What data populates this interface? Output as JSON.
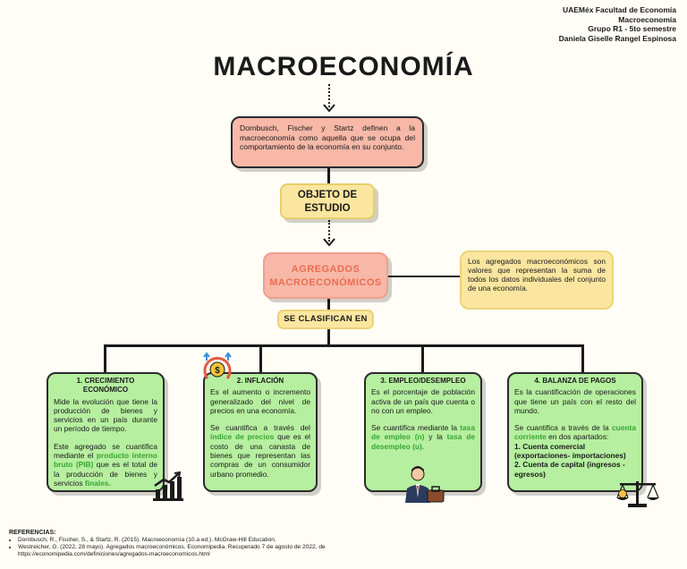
{
  "header": {
    "line1": "UAEMéx Facultad de Economía",
    "line2": "Macroeconomía",
    "line3": "Grupo R1 - 5to semestre",
    "line4": "Daniela Giselle Rangel Espinosa"
  },
  "title": "MACROECONOMÍA",
  "definition": "Dornbusch, Fischer y Startz definen a la macroeconomía como aquella que se ocupa del comportamiento de la economía en su conjunto.",
  "objeto": "OBJETO DE ESTUDIO",
  "agregados": "AGREGADOS MACROECONÓMICOS",
  "agregados_explain": "Los agregados macroeconómicos son valores que representan la suma de todos los datos individuales del conjunto de una economía.",
  "clasifican": "SE CLASIFICAN EN",
  "cards": {
    "c1": {
      "title": "1. CRECIMIENTO ECONÓMICO",
      "p1": "Mide la evolución que tiene la producción de bienes y servicios en un país durante un período de tiempo.",
      "p2a": "Este agregado se cuantifica mediante el ",
      "p2hl": "producto interno bruto (PIB)",
      "p2b": " que es el total de la producción de bienes y servicios ",
      "p2hl2": "finales."
    },
    "c2": {
      "title": "2. INFLACIÓN",
      "p1": "Es el aumento o incremento generalizado del nivel de precios en una economía.",
      "p2a": "Se cuantifica a través del ",
      "p2hl": "índice de precios",
      "p2b": " que es el costo de una canasta de bienes que representan las compras de un consumidor urbano promedio."
    },
    "c3": {
      "title": "3. EMPLEO/DESEMPLEO",
      "p1": "Es el porcentaje de población activa de un país que cuenta o no con un empleo.",
      "p2a": "Se cuantifica mediante la ",
      "p2hl": "tasa de empleo (n)",
      "p2b": " y la ",
      "p2hl2": "tasa de desempleo (u)."
    },
    "c4": {
      "title": "4. BALANZA DE PAGOS",
      "p1": "Es la cuantificación de operaciones que tiene un país con el resto del mundo.",
      "p2a": "Se cuantifica a través de la ",
      "p2hl": "cuenta corriente",
      "p2b": " en dos apartados:",
      "item1": "1. Cuenta comercial (exportaciones- importaciones)",
      "item2": "2. Cuenta de capital (ingresos - egresos)"
    }
  },
  "refs": {
    "title": "REFERENCIAS:",
    "r1": "Dornbusch, R., Fischer, S., & Startz, R. (2015). Macroeconomía (10.a ed.). McGraw-Hill Education.",
    "r2": "Westreicher, G. (2022, 28 mayo). Agregados macroeconómicos. Economipedia. Recuperado 7 de agosto de 2022, de https://economipedia.com/definiciones/agregados-macroeconomicos.html"
  },
  "colors": {
    "salmon": "#f7b8a8",
    "yellow": "#fbe6a0",
    "green": "#b6efa0",
    "highlight": "#38a531",
    "accent": "#ea6e52"
  },
  "icons": [
    "chart-growth-icon",
    "inflation-coins-icon",
    "businessman-briefcase-icon",
    "balance-scale-icon"
  ]
}
